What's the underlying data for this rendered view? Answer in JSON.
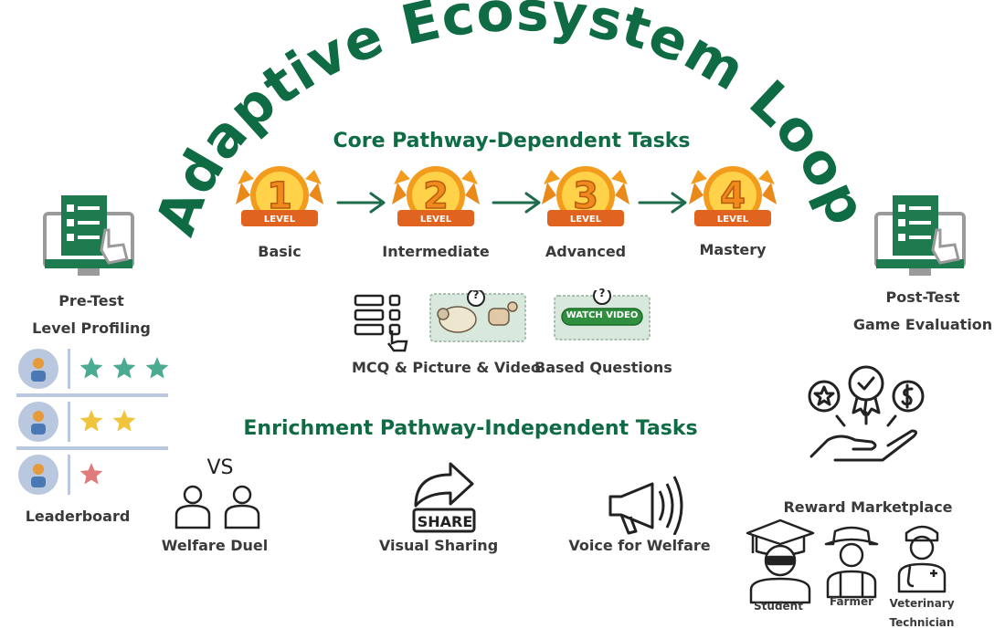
{
  "title": "Adaptive Ecosystem Loop",
  "core": {
    "heading": "Core Pathway-Dependent Tasks",
    "levels": [
      {
        "number": "1",
        "badge_text": "LEVEL",
        "label": "Basic"
      },
      {
        "number": "2",
        "badge_text": "LEVEL",
        "label": "Intermediate"
      },
      {
        "number": "3",
        "badge_text": "LEVEL",
        "label": "Advanced"
      },
      {
        "number": "4",
        "badge_text": "LEVEL",
        "label": "Mastery"
      }
    ],
    "question_types_label": "MCQ & Picture & Video",
    "questions_suffix": "Based Questions",
    "watch_video_button": "WATCH VIDEO",
    "question_mark": "?"
  },
  "pretest": {
    "line1": "Pre-Test",
    "line2": "Level Profiling"
  },
  "posttest": {
    "line1": "Post-Test",
    "line2": "Game Evaluation"
  },
  "leaderboard": {
    "label": "Leaderboard",
    "rows": [
      {
        "stars": 3,
        "color": "#4aab92"
      },
      {
        "stars": 2,
        "color": "#f0c43c"
      },
      {
        "stars": 1,
        "color": "#e07b7b"
      }
    ]
  },
  "enrichment": {
    "heading": "Enrichment Pathway-Independent Tasks",
    "vs_text": "VS",
    "share_text": "SHARE",
    "tasks": [
      {
        "label": "Welfare Duel"
      },
      {
        "label": "Visual Sharing"
      },
      {
        "label": "Voice for Welfare"
      }
    ]
  },
  "reward": {
    "label": "Reward Marketplace",
    "roles": [
      {
        "label_line1": "Student",
        "label_line2": ""
      },
      {
        "label_line1": "Farmer",
        "label_line2": ""
      },
      {
        "label_line1": "Veterinary",
        "label_line2": "Technician"
      }
    ]
  },
  "colors": {
    "brand_green": "#0f6b43",
    "badge_orange": "#f29b1d",
    "badge_gold": "#ffd24a",
    "panel_blue": "#b9c8de"
  }
}
